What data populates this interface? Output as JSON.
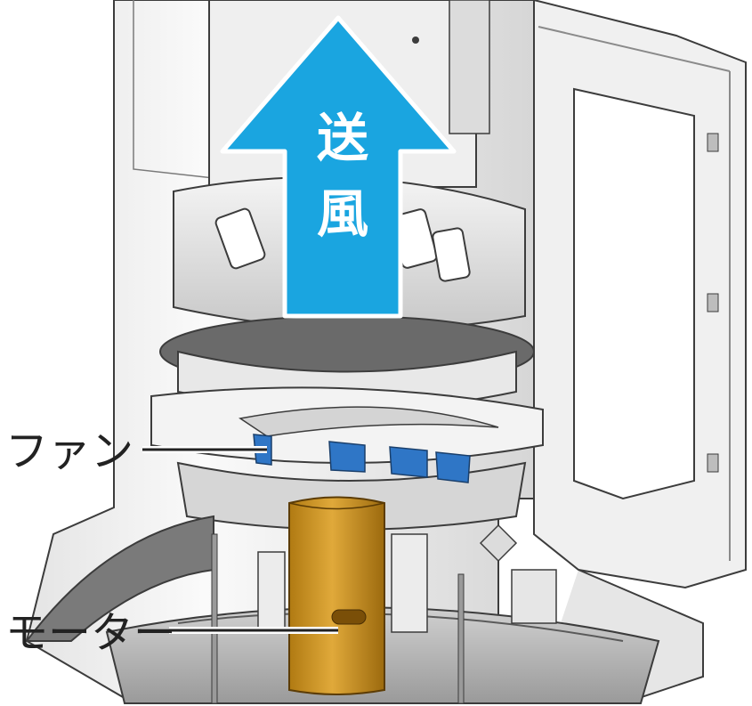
{
  "labels": {
    "airflow": "送風",
    "airflow_chars": [
      "送",
      "風"
    ],
    "fan": "ファン",
    "motor": "モーター"
  },
  "colors": {
    "arrow": "#1aa5e0",
    "motor": "#c9901f",
    "fan_blade": "#2f76c6",
    "body_light": "#f2f2f2",
    "body_mid": "#d9d9d9",
    "body_dark": "#8c8c8c",
    "line": "#3c3c3c"
  }
}
